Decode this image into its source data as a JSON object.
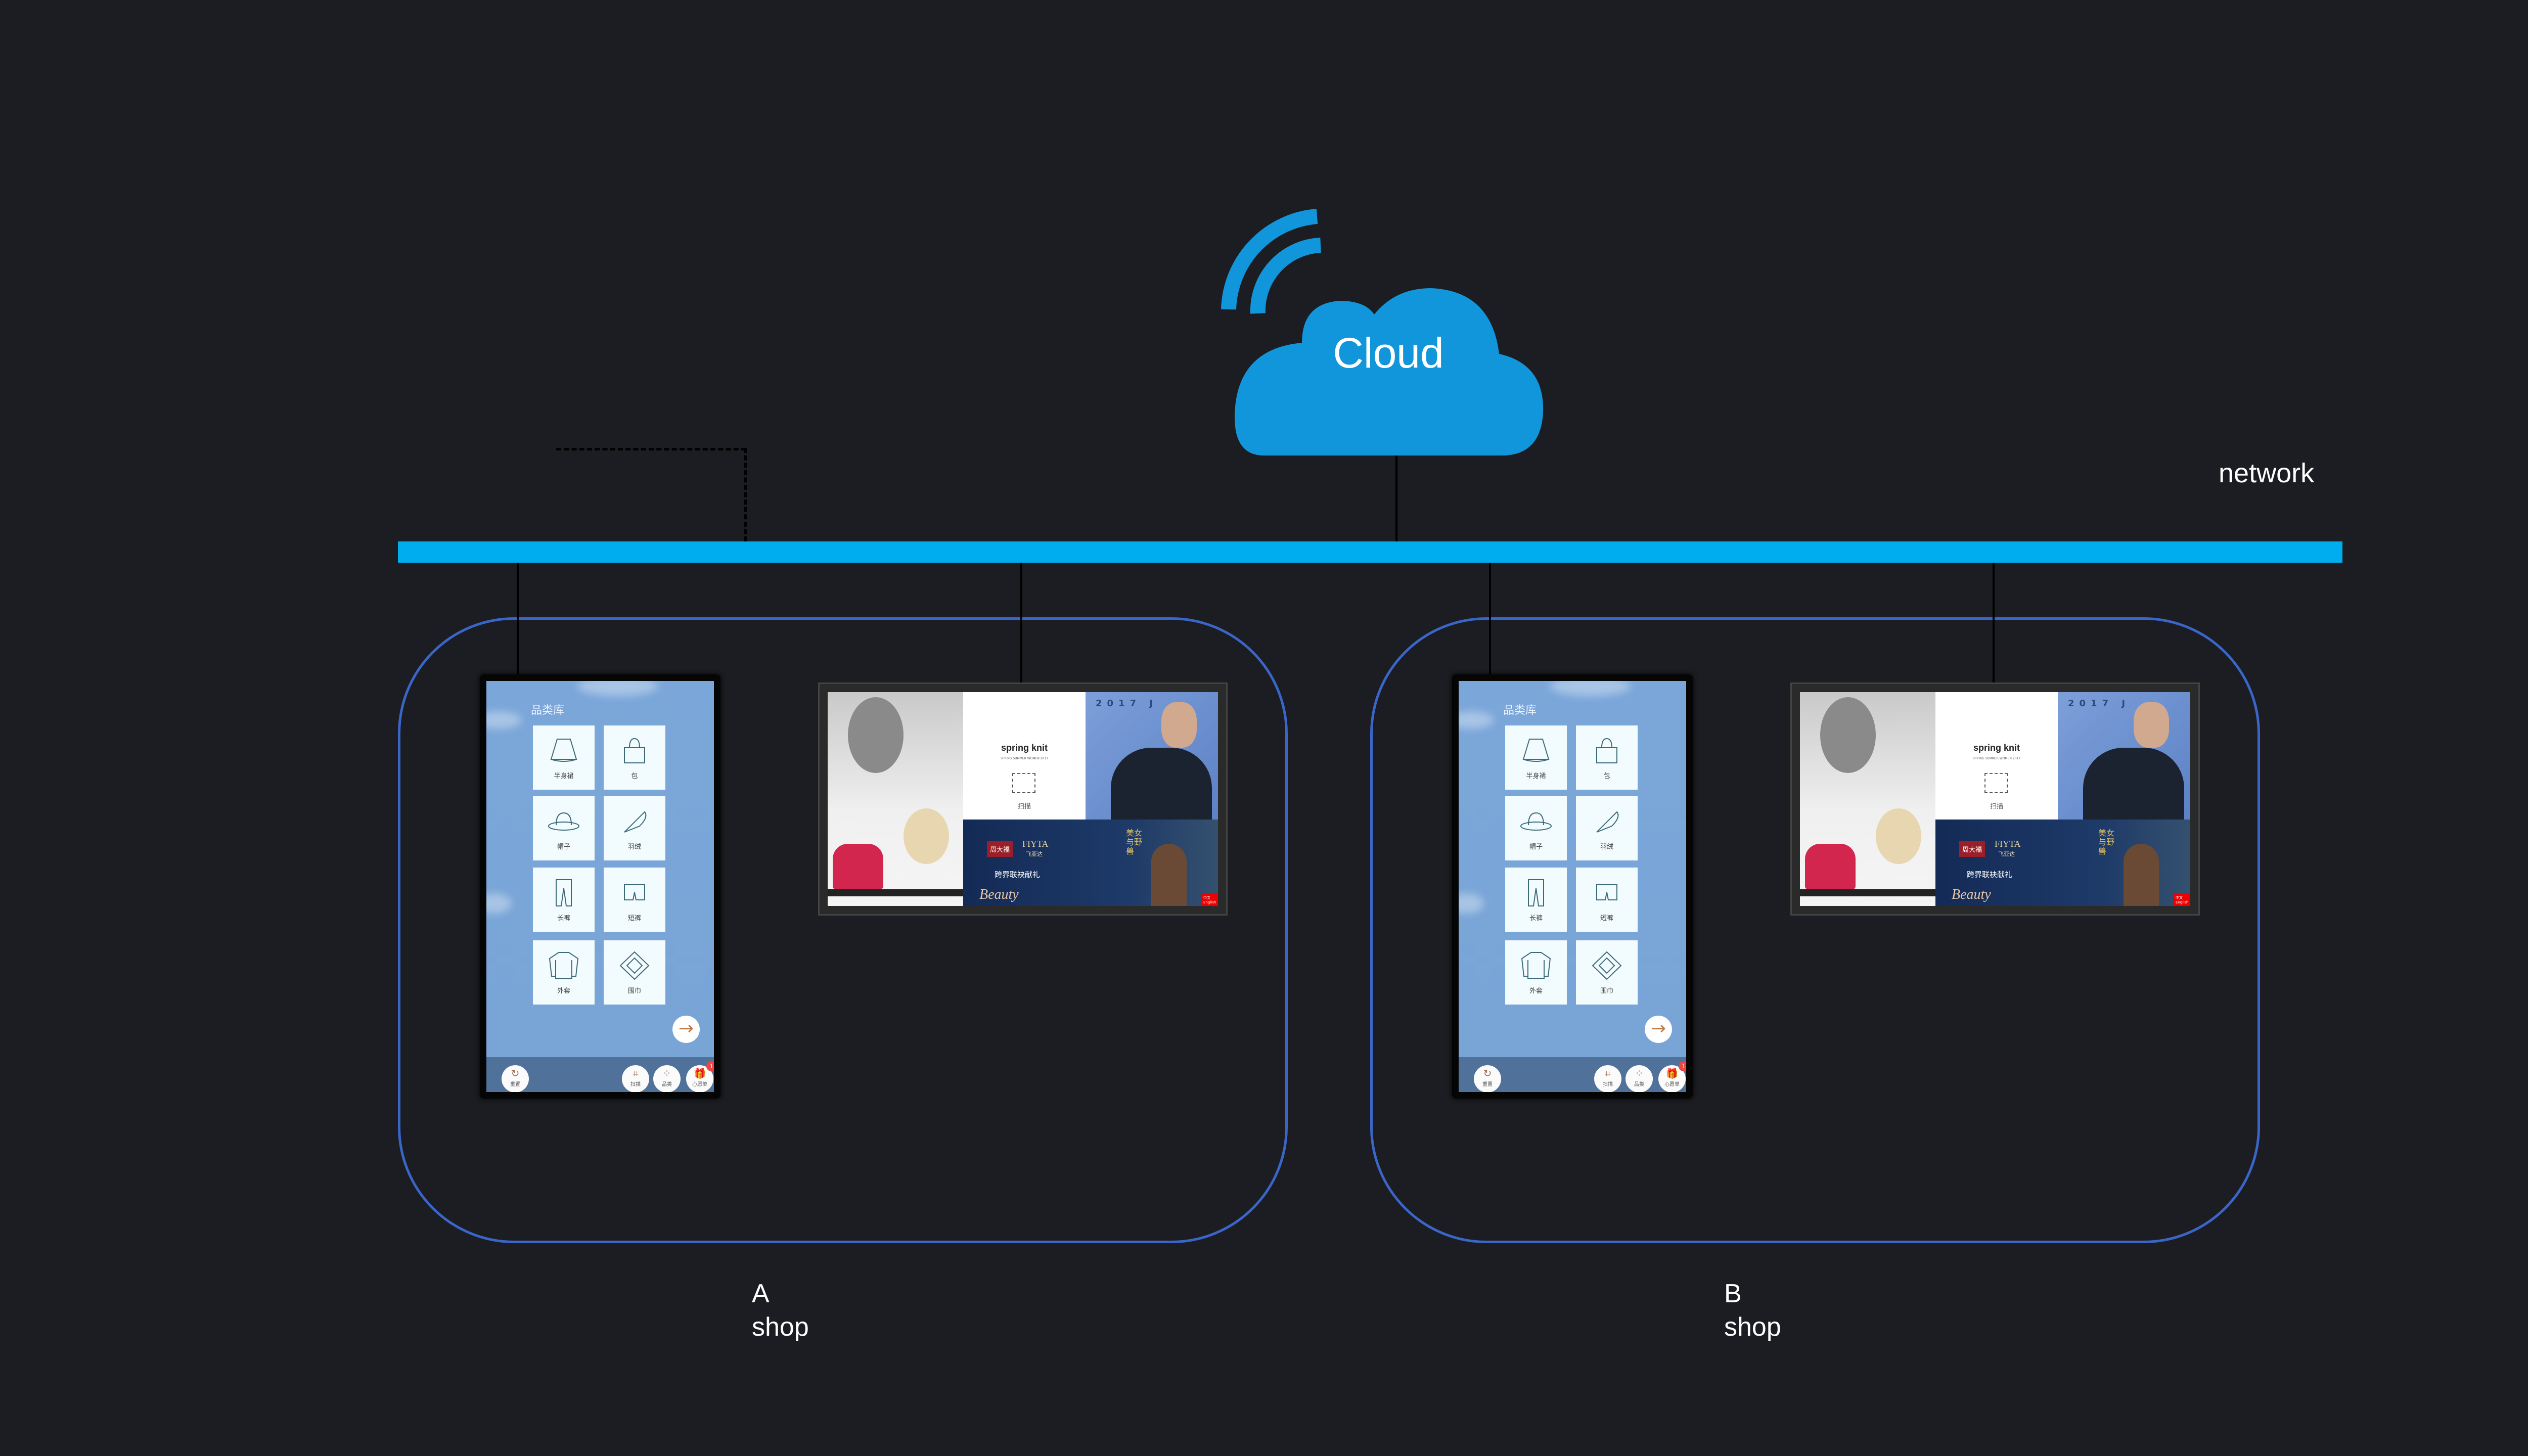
{
  "cloud": {
    "label": "Cloud",
    "icon": "wifi-signal-icon",
    "color": "#1296db"
  },
  "network": {
    "label": "network",
    "color": "#00aeef"
  },
  "shops": [
    {
      "letter": "A",
      "label": "shop"
    },
    {
      "letter": "B",
      "label": "shop"
    }
  ],
  "kiosk": {
    "title": "品类库",
    "categories": [
      {
        "label": "半身裙",
        "icon": "skirt-icon"
      },
      {
        "label": "包",
        "icon": "bag-icon"
      },
      {
        "label": "帽子",
        "icon": "hat-icon"
      },
      {
        "label": "羽绒",
        "icon": "feather-icon"
      },
      {
        "label": "长裤",
        "icon": "trousers-icon"
      },
      {
        "label": "短裤",
        "icon": "shorts-icon"
      },
      {
        "label": "外套",
        "icon": "jacket-icon"
      },
      {
        "label": "围巾",
        "icon": "scarf-icon"
      }
    ],
    "next_icon": "→",
    "bottom_buttons": [
      {
        "label": "重置",
        "icon": "↻"
      },
      {
        "label": "扫描",
        "icon": "⌗"
      },
      {
        "label": "品类",
        "icon": "⁘"
      },
      {
        "label": "心愿单",
        "icon": "🎁",
        "badge": "1"
      }
    ]
  },
  "ad_display": {
    "year": "2017 J",
    "headline": "spring knit",
    "subline": "SPRING SUMMER WOMEN 2017",
    "scan": "扫描",
    "brand1": "周大福",
    "brand2": "FIYTA",
    "brand2_cn": "飞亚达",
    "promo": "跨界联袂献礼",
    "beauty": "Beauty",
    "movie": "美女与野兽",
    "lang": "中文 English"
  }
}
